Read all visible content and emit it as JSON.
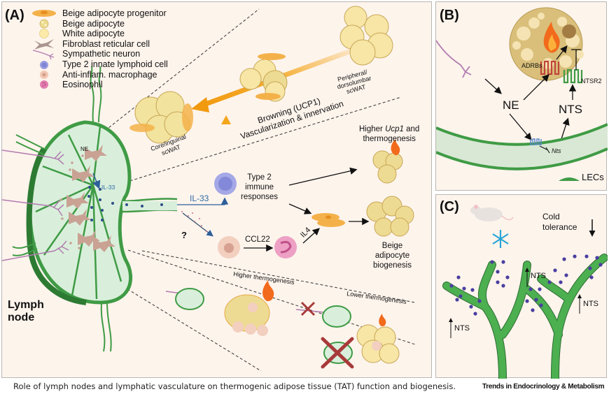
{
  "figure": {
    "caption": "Role of lymph nodes and lymphatic vasculature on thermogenic adipose tissue (TAT) function and biogenesis.",
    "journal": "Trends in Endocrinology & Metabolism"
  },
  "panel_a": {
    "label": "(A)",
    "legend": [
      {
        "icon": "beige-adipocyte-progenitor-icon",
        "label": "Beige adipocyte progenitor"
      },
      {
        "icon": "beige-adipocyte-icon",
        "label": "Beige adipocyte"
      },
      {
        "icon": "white-adipocyte-icon",
        "label": "White adipocyte"
      },
      {
        "icon": "fibroblast-reticular-cell-icon",
        "label": "Fibroblast reticular cell"
      },
      {
        "icon": "sympathetic-neuron-icon",
        "label": "Sympathetic neuron"
      },
      {
        "icon": "type2-innate-lymphoid-cell-icon",
        "label": "Type 2 innate lymphoid cell"
      },
      {
        "icon": "anti-inflammatory-macrophage-icon",
        "label": "Anti-inflam. macrophage"
      },
      {
        "icon": "eosinophil-icon",
        "label": "Eosinophil"
      }
    ],
    "lymph_node_label_1": "Lymph",
    "lymph_node_label_2": "node",
    "ne_label": "NE",
    "il33_inner": "IL-33",
    "il33_outer": "IL-33",
    "question": "?",
    "peripheral_1": "Peripheral/",
    "peripheral_2": "dorsolumbar",
    "peripheral_3": "scWAT",
    "core_1": "Core/inguinal",
    "core_2": "scWAT",
    "browning_1": "Browning (UCP1)",
    "browning_2": "Vascularization & innervation",
    "higher_ucp1_pre": "Higher ",
    "higher_ucp1_gene": "Ucp1",
    "higher_ucp1_post": " and",
    "higher_ucp1_2": "thermogenesis",
    "type2_1": "Type 2",
    "type2_2": "immune",
    "type2_3": "responses",
    "ccl22": "CCL22",
    "il4": "IL4",
    "beige_bio_1": "Beige",
    "beige_bio_2": "adipocyte",
    "beige_bio_3": "biogenesis",
    "higher_thermo": "Higher thermogenesis",
    "lower_thermo": "Lower thermogenesis"
  },
  "panel_b": {
    "label": "(B)",
    "adrbs": "ADRBs",
    "ntsr2": "NTSR2",
    "ne": "NE",
    "nts": "NTS",
    "nts_gene": "Nts",
    "lecs": "LECs"
  },
  "panel_c": {
    "label": "(C)",
    "cold_1": "Cold",
    "cold_2": "tolerance",
    "nts_1": "NTS",
    "nts_2": "NTS",
    "nts_3": "NTS"
  },
  "colors": {
    "background": "#fdf4ec",
    "lymph_green": "#3f9b45",
    "lymph_fill": "#daf0dc",
    "orange_arrow": "#f4a51c",
    "adipocyte": "#f7e6a6",
    "beige": "#e8d590",
    "neuron": "#b27bb0",
    "il33_blue": "#2e6aa6",
    "ilc2": "#9a9ee0",
    "macrophage": "#f2c7b2",
    "eosinophil": "#e27fb0",
    "nts_dot": "#4a3fa0",
    "cross_red": "#a83a3a",
    "flame": "#f26a1b"
  }
}
